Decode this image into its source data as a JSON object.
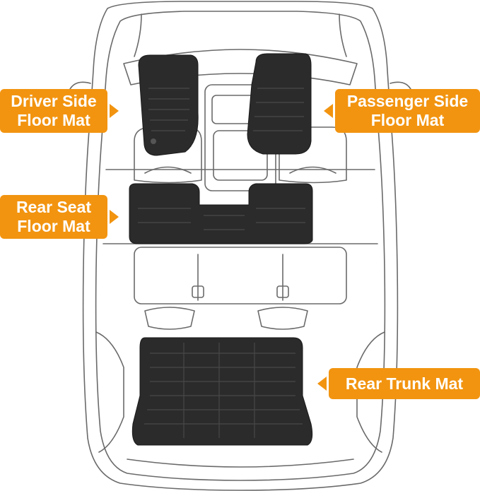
{
  "labels": {
    "driver": {
      "line1": "Driver Side",
      "line2": "Floor Mat"
    },
    "passenger": {
      "line1": "Passenger Side",
      "line2": "Floor Mat"
    },
    "rear_seat": {
      "line1": "Rear Seat",
      "line2": "Floor Mat"
    },
    "trunk": {
      "line1": "Rear Trunk Mat"
    }
  },
  "colors": {
    "accent": "#f29410",
    "mat": "#2b2b2b",
    "outline": "#555555",
    "background": "#ffffff"
  },
  "icons": [
    "car-outline-illustration",
    "floor-mat-icon",
    "arrow-pointer-icon"
  ]
}
